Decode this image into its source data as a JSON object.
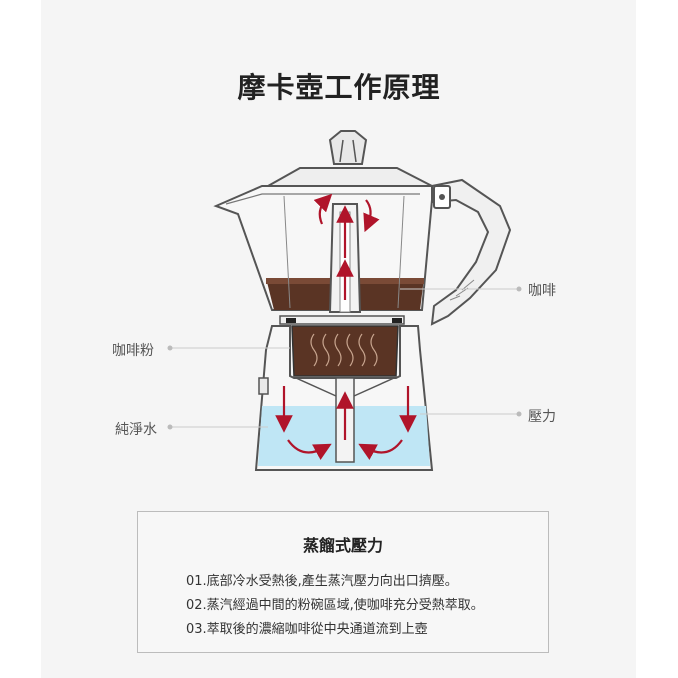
{
  "title": "摩卡壺工作原理",
  "labels": {
    "coffee": "咖啡",
    "coffee_powder": "咖啡粉",
    "pure_water": "純淨水",
    "pressure": "壓力"
  },
  "info": {
    "title": "蒸餾式壓力",
    "steps": [
      "01.底部冷水受熱後,產生蒸汽壓力向出口擠壓。",
      "02.蒸汽經過中間的粉碗區域,使咖啡充分受熱萃取。",
      "03.萃取後的濃縮咖啡從中央通道流到上壺"
    ]
  },
  "colors": {
    "coffee": "#5a3424",
    "water": "#bfe6f5",
    "arrow": "#b0142a",
    "outline": "#555555"
  }
}
